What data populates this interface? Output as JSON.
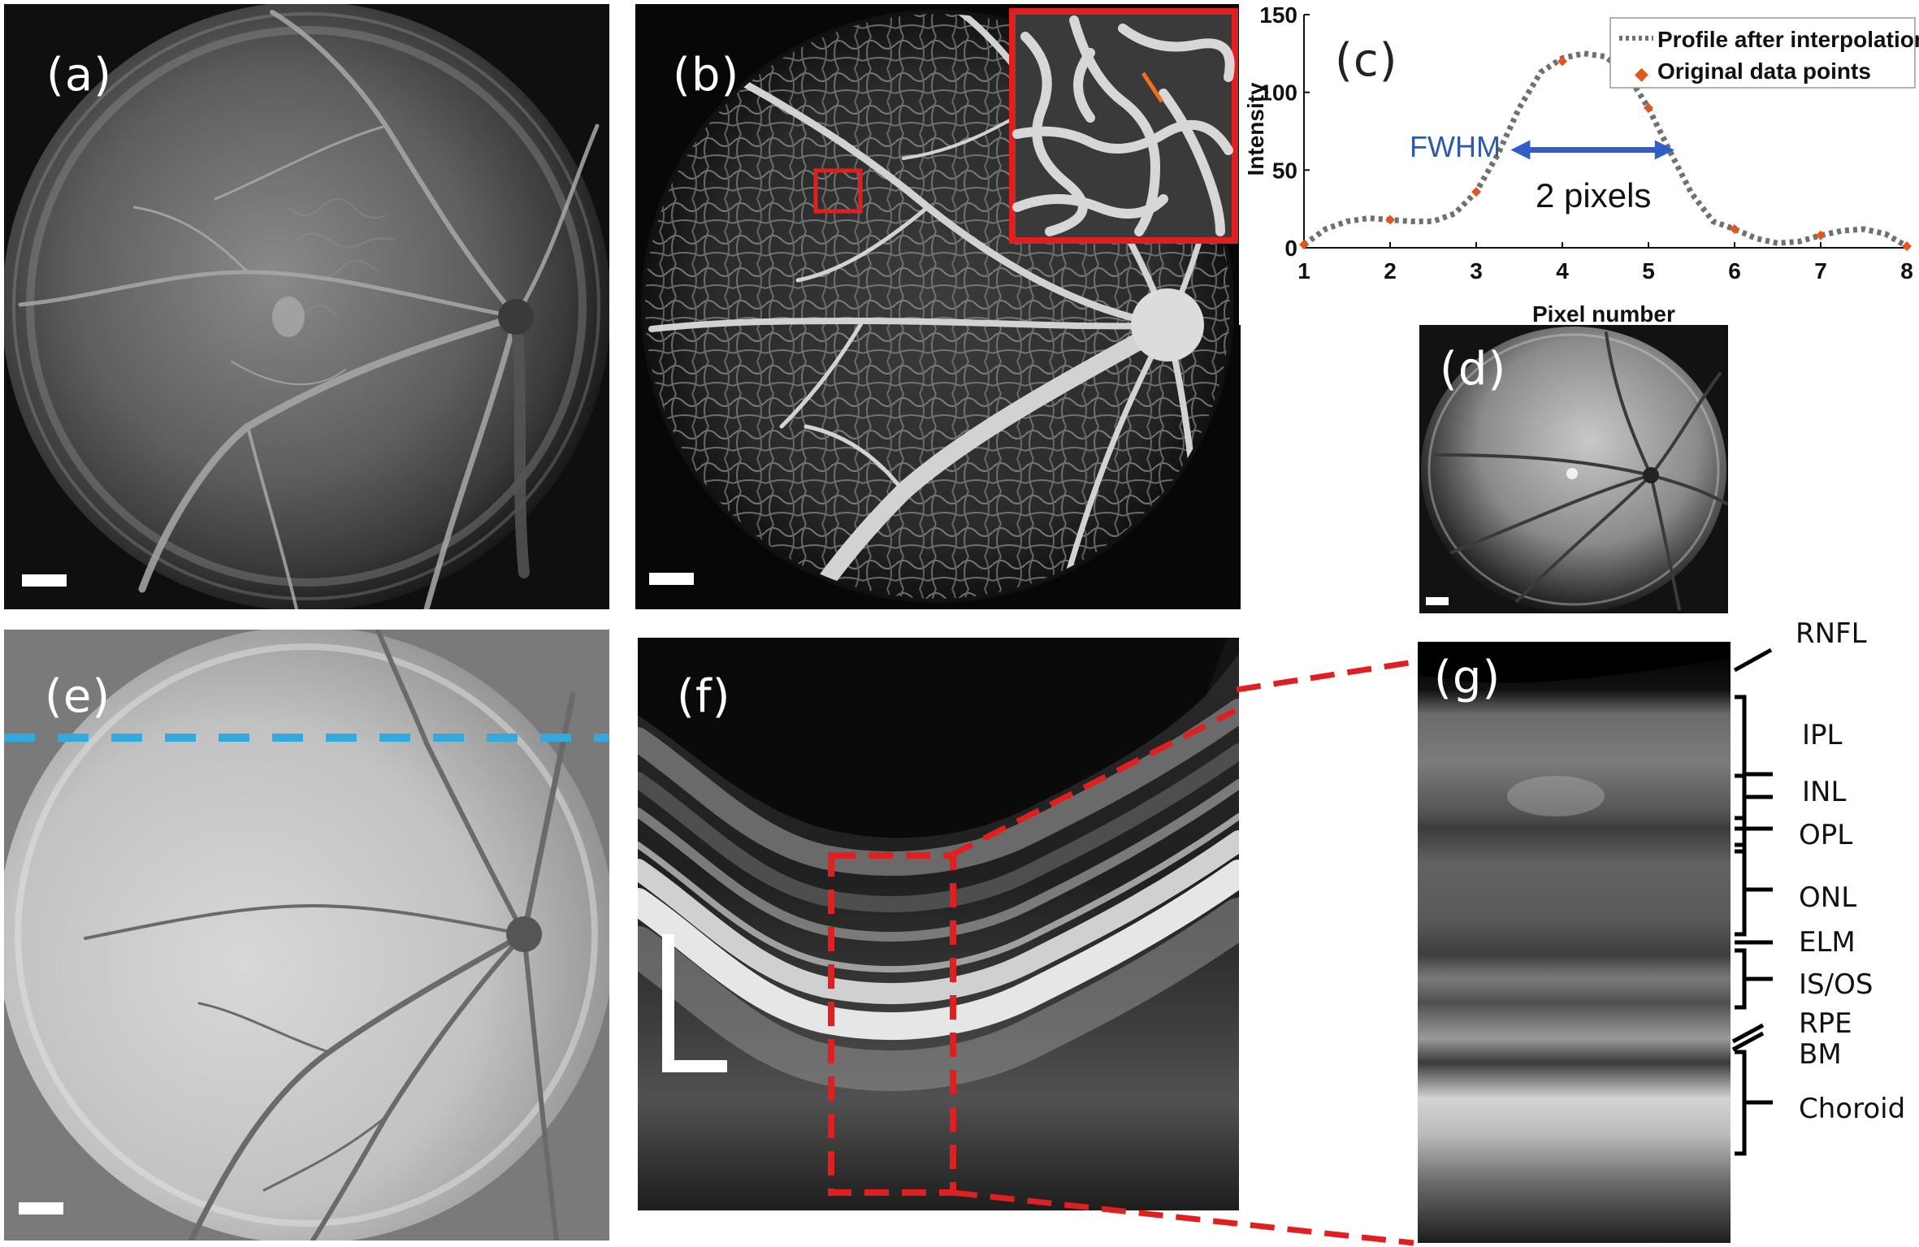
{
  "panels": {
    "a": {
      "label": "(a)"
    },
    "b": {
      "label": "(b)"
    },
    "c": {
      "label": "(c)"
    },
    "d": {
      "label": "(d)"
    },
    "e": {
      "label": "(e)"
    },
    "f": {
      "label": "(f)"
    },
    "g": {
      "label": "(g)"
    }
  },
  "chart_data": {
    "type": "line",
    "xlabel": "Pixel number",
    "ylabel": "Intensity",
    "xlim": [
      1,
      8
    ],
    "ylim": [
      0,
      150
    ],
    "xticks": [
      "1",
      "2",
      "3",
      "4",
      "5",
      "6",
      "7",
      "8"
    ],
    "yticks": [
      "0",
      "50",
      "100",
      "150"
    ],
    "legend_position": "top-right",
    "series": [
      {
        "name": "Profile after interpolation",
        "style": "dotted",
        "color": "#707070",
        "x": [
          1.0,
          1.25,
          1.5,
          1.75,
          2.0,
          2.25,
          2.5,
          2.75,
          3.0,
          3.25,
          3.5,
          3.75,
          4.0,
          4.25,
          4.5,
          4.75,
          5.0,
          5.25,
          5.5,
          5.75,
          6.0,
          6.25,
          6.5,
          6.75,
          7.0,
          7.25,
          7.5,
          7.75,
          8.0
        ],
        "y": [
          2,
          12,
          17,
          19,
          18,
          17,
          17,
          22,
          36,
          60,
          90,
          113,
          122,
          125,
          123,
          112,
          90,
          62,
          35,
          17,
          12,
          6,
          3,
          4,
          8,
          11,
          12,
          9,
          1
        ]
      },
      {
        "name": "Original data points",
        "style": "markers",
        "color": "#e0561e",
        "x": [
          1,
          2,
          3,
          4,
          5,
          6,
          7,
          8
        ],
        "y": [
          2,
          18,
          36,
          120,
          90,
          12,
          8,
          1
        ]
      }
    ],
    "annotations": {
      "fwhm_label": "FWHM",
      "width_label": "2 pixels",
      "fwhm_range": [
        3.4,
        5.3
      ],
      "fwhm_level": 63
    }
  },
  "layers": {
    "items": [
      "RNFL",
      "IPL",
      "INL",
      "OPL",
      "ONL",
      "ELM",
      "IS/OS",
      "RPE",
      "BM",
      "Choroid"
    ]
  },
  "colors": {
    "zoom_box": "#e02020",
    "dashed_line": "#33aadd",
    "fwhm_arrow": "#2f5fc4",
    "fwhm_text": "#2f5aa8"
  }
}
